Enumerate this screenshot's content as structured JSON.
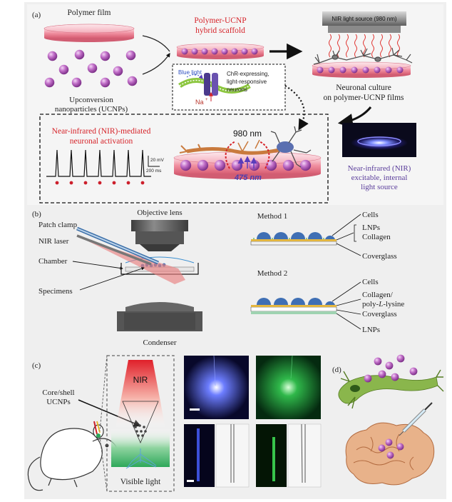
{
  "panel_a": {
    "label": "(a)",
    "polymer_film": "Polymer film",
    "ucnp_label_1": "Upconversion",
    "ucnp_label_2": "nanoparticles (UCNPs)",
    "scaffold_title_1": "Polymer-UCNP",
    "scaffold_title_2": "hybrid scaffold",
    "nir_source": "NIR light source (980 nm)",
    "blue_light": "Blue light",
    "sodium": "Na",
    "sodium_charge": "+",
    "chr_1": "ChR-expressing,",
    "chr_2": "light-responsive",
    "chr_3": "neurons",
    "culture_1": "Neuronal culture",
    "culture_2": "on polymer-UCNP films",
    "activation_1": "Near-infrared (NIR)-mediated",
    "activation_2": "neuronal activation",
    "scale_mv": "20 mV",
    "scale_ms": "200 ms",
    "wavelength_nir": "980 nm",
    "wavelength_vis": "475 nm",
    "internal_1": "Near-infrared (NIR)",
    "internal_2": "excitable, internal",
    "internal_3": "light source"
  },
  "panel_b": {
    "label": "(b)",
    "objective": "Objective lens",
    "patch_clamp": "Patch clamp",
    "nir_laser": "NIR laser",
    "chamber": "Chamber",
    "specimens": "Specimens",
    "condenser": "Condenser",
    "method1": "Method 1",
    "method2": "Method 2",
    "m1_cells": "Cells",
    "m1_lnps": "LNPs",
    "m1_collagen": "Collagen",
    "m1_coverglass": "Coverglass",
    "m2_cells": "Cells",
    "m2_collagen_1": "Collagen/",
    "m2_collagen_2a": "poly-",
    "m2_collagen_2b": "L",
    "m2_collagen_2c": "-lysine",
    "m2_coverglass": "Coverglass",
    "m2_lnps": "LNPs"
  },
  "panel_c": {
    "label": "(c)",
    "nir": "NIR",
    "core_shell_1": "Core/shell",
    "core_shell_2": "UCNPs",
    "visible_light": "Visible light"
  },
  "panel_d": {
    "label": "(d)"
  },
  "colors": {
    "accent_red": "#d6242a",
    "accent_purple": "#5a3d9b",
    "sphere_purple": "#b05db8",
    "film_pink": "#f0a0ae",
    "cell_blue": "#3f6fb4",
    "spike_red": "#cc1f2b",
    "neuron_green": "#8ab64c"
  }
}
